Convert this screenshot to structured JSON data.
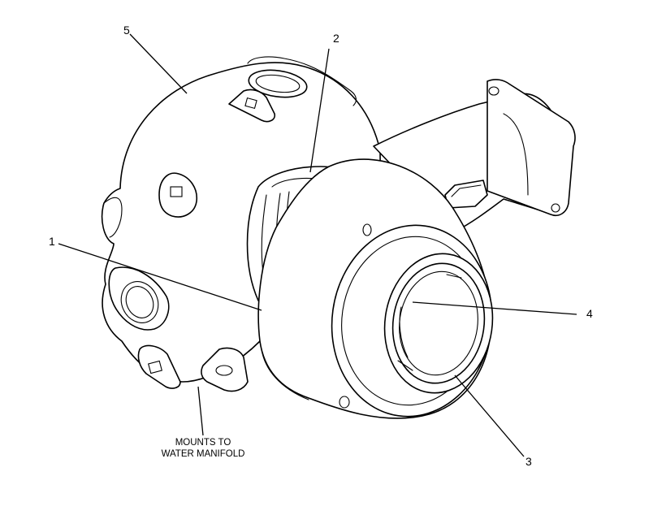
{
  "callouts": {
    "c1": "1",
    "c2": "2",
    "c3": "3",
    "c4": "4",
    "c5": "5"
  },
  "note": {
    "line1": "MOUNTS TO",
    "line2": "WATER MANIFOLD"
  }
}
